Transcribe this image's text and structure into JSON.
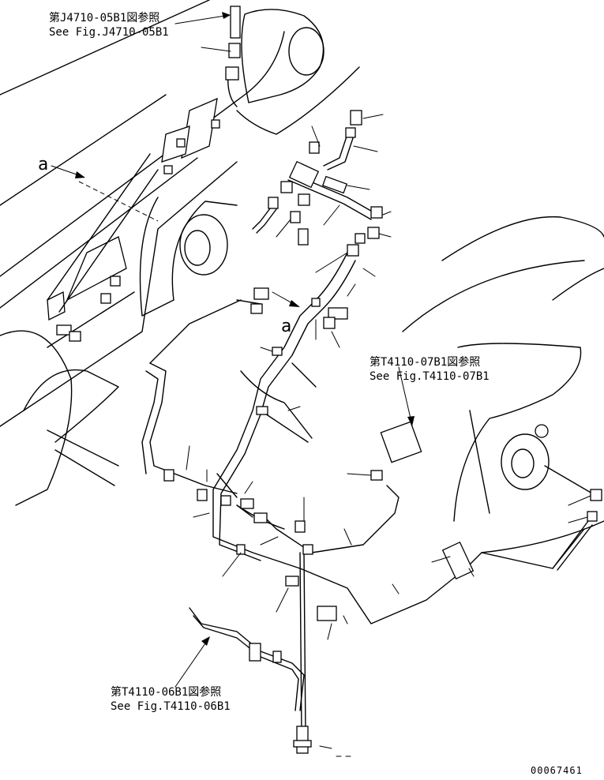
{
  "references": [
    {
      "jp": "第J4710-05B1図参照",
      "en": "See Fig.J4710-05B1"
    },
    {
      "jp": "第T4110-07B1図参照",
      "en": "See Fig.T4110-07B1"
    },
    {
      "jp": "第T4110-06B1図参照",
      "en": "See Fig.T4110-06B1"
    }
  ],
  "view_labels": {
    "view_a_1": "a",
    "view_a_2": "a"
  },
  "drawing_number": "00067461"
}
